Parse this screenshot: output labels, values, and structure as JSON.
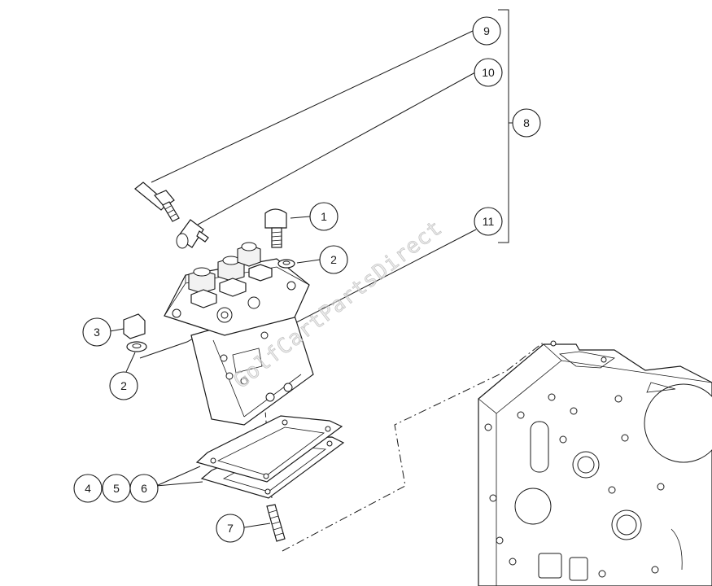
{
  "callouts": {
    "c1": "1",
    "c2a": "2",
    "c2b": "2",
    "c3": "3",
    "c4": "4",
    "c5": "5",
    "c6": "6",
    "c7": "7",
    "c8": "8",
    "c9": "9",
    "c10": "10",
    "c11": "11"
  },
  "watermark": "GolfCartPartsDirect"
}
